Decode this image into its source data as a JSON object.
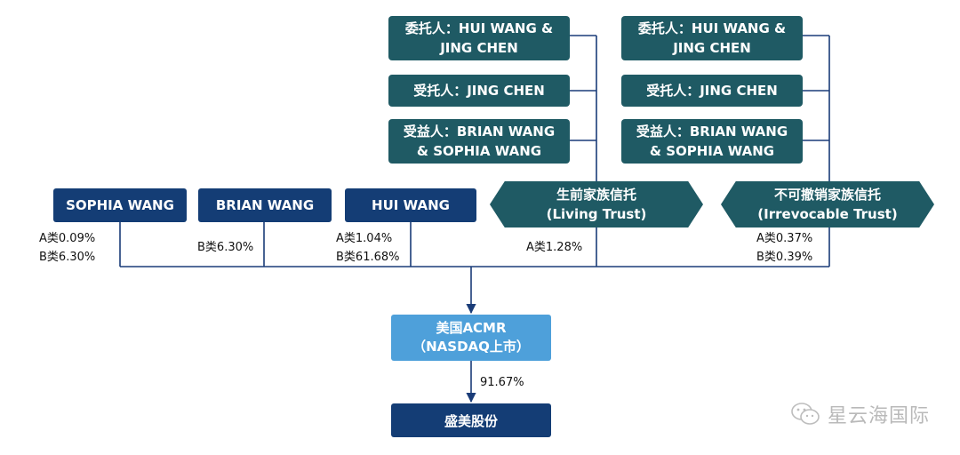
{
  "trust_left": {
    "grantor": {
      "line1": "委托人：HUI WANG &",
      "line2": "JING CHEN"
    },
    "trustee": {
      "line1": "受托人：JING CHEN"
    },
    "beneficiary": {
      "line1": "受益人：BRIAN WANG",
      "line2": "& SOPHIA WANG"
    },
    "name": {
      "line1": "生前家族信托",
      "line2": "(Living Trust)"
    },
    "stake": {
      "line1": "A类1.28%"
    }
  },
  "trust_right": {
    "grantor": {
      "line1": "委托人：HUI WANG &",
      "line2": "JING CHEN"
    },
    "trustee": {
      "line1": "受托人：JING CHEN"
    },
    "beneficiary": {
      "line1": "受益人：BRIAN WANG",
      "line2": "& SOPHIA WANG"
    },
    "name": {
      "line1": "不可撤销家族信托",
      "line2": "(Irrevocable Trust)"
    },
    "stake": {
      "line1": "A类0.37%",
      "line2": "B类0.39%"
    }
  },
  "shareholders": [
    {
      "name": "SOPHIA WANG",
      "stake": {
        "line1": "A类0.09%",
        "line2": "B类6.30%"
      }
    },
    {
      "name": "BRIAN WANG",
      "stake": {
        "line1": "B类6.30%"
      }
    },
    {
      "name": "HUI WANG",
      "stake": {
        "line1": "A类1.04%",
        "line2": "B类61.68%"
      }
    }
  ],
  "acmr": {
    "line1": "美国ACMR",
    "line2": "（NASDAQ上市）"
  },
  "acmr_to_sub_pct": "91.67%",
  "subsidiary": {
    "name": "盛美股份"
  },
  "watermark": {
    "text": "星云海国际",
    "icon": "wechat-icon"
  },
  "colors": {
    "trust": "#1f5a64",
    "person": "#143d75",
    "acmr": "#4ea0da",
    "line": "#1a3c78"
  }
}
